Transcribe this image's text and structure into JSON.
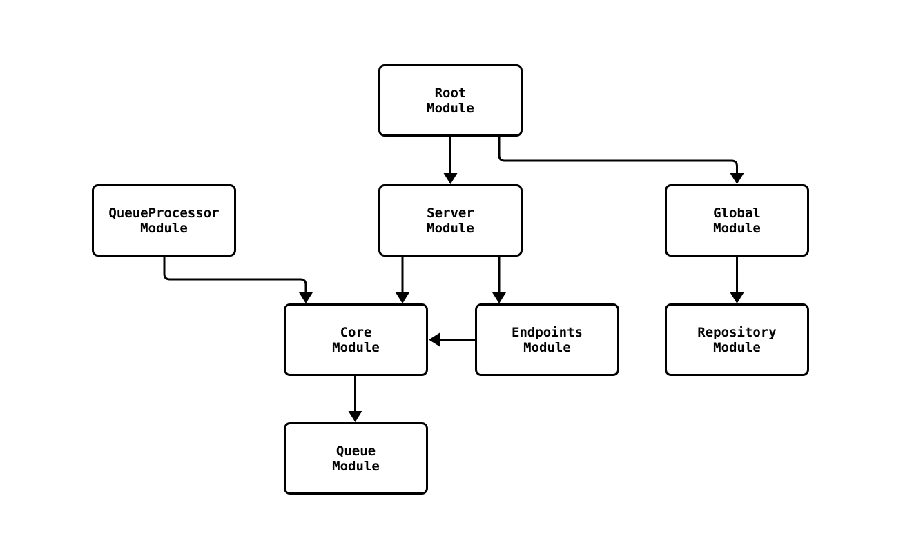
{
  "diagram": {
    "type": "flowchart",
    "direction": "top-down",
    "colors": {
      "background": "#ffffff",
      "node_fill": "#ffffff",
      "node_stroke": "#000000",
      "edge_stroke": "#000000",
      "text": "#000000"
    },
    "nodes": [
      {
        "id": "root",
        "label": "Root\nModule"
      },
      {
        "id": "queueprocessor",
        "label": "QueueProcessor\nModule"
      },
      {
        "id": "server",
        "label": "Server\nModule"
      },
      {
        "id": "global",
        "label": "Global\nModule"
      },
      {
        "id": "core",
        "label": "Core\nModule"
      },
      {
        "id": "endpoints",
        "label": "Endpoints\nModule"
      },
      {
        "id": "repository",
        "label": "Repository\nModule"
      },
      {
        "id": "queue",
        "label": "Queue\nModule"
      }
    ],
    "edges": [
      {
        "from": "root",
        "to": "server",
        "arrow": "filled-triangle"
      },
      {
        "from": "root",
        "to": "global",
        "arrow": "filled-triangle"
      },
      {
        "from": "queueprocessor",
        "to": "core",
        "arrow": "filled-triangle"
      },
      {
        "from": "server",
        "to": "core",
        "arrow": "filled-triangle"
      },
      {
        "from": "server",
        "to": "endpoints",
        "arrow": "filled-triangle"
      },
      {
        "from": "endpoints",
        "to": "core",
        "arrow": "filled-triangle"
      },
      {
        "from": "core",
        "to": "queue",
        "arrow": "filled-triangle"
      },
      {
        "from": "global",
        "to": "repository",
        "arrow": "filled-triangle"
      }
    ]
  }
}
